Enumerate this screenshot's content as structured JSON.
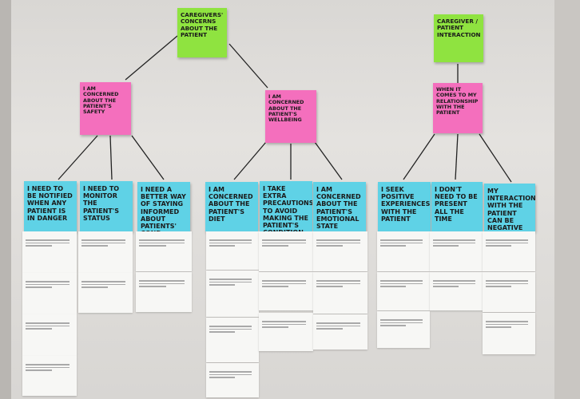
{
  "colors": {
    "green_note": "#8fe340",
    "pink_note": "#f46fbd",
    "cyan_note": "#5fd2e6",
    "card": "#f7f7f5",
    "wall": "#e0deda"
  },
  "top_notes": [
    {
      "id": "t1",
      "text": "Caregivers' concerns about the patient"
    },
    {
      "id": "t2",
      "text": "Caregiver / patient interaction"
    }
  ],
  "mid_notes": [
    {
      "id": "m1",
      "text": "I am concerned about the patient's safety"
    },
    {
      "id": "m2",
      "text": "I am concerned about the patient's wellbeing"
    },
    {
      "id": "m3",
      "text": "When it comes to my relationship with the patient"
    }
  ],
  "leaf_notes": [
    {
      "id": "l1",
      "text": "I need to be notified when any patient is in danger"
    },
    {
      "id": "l2",
      "text": "I need to monitor the patient's status"
    },
    {
      "id": "l3",
      "text": "I need a better way of staying informed about patients' cond."
    },
    {
      "id": "l4",
      "text": "I am concerned about the patient's diet"
    },
    {
      "id": "l5",
      "text": "I take extra precautions to avoid making the patient's condition worse"
    },
    {
      "id": "l6",
      "text": "I am concerned about the patient's emotional state"
    },
    {
      "id": "l7",
      "text": "I seek positive experiences with the patient"
    },
    {
      "id": "l8",
      "text": "I don't need to be present all the time"
    },
    {
      "id": "l9",
      "text": "My interaction with the patient can be negative"
    }
  ]
}
